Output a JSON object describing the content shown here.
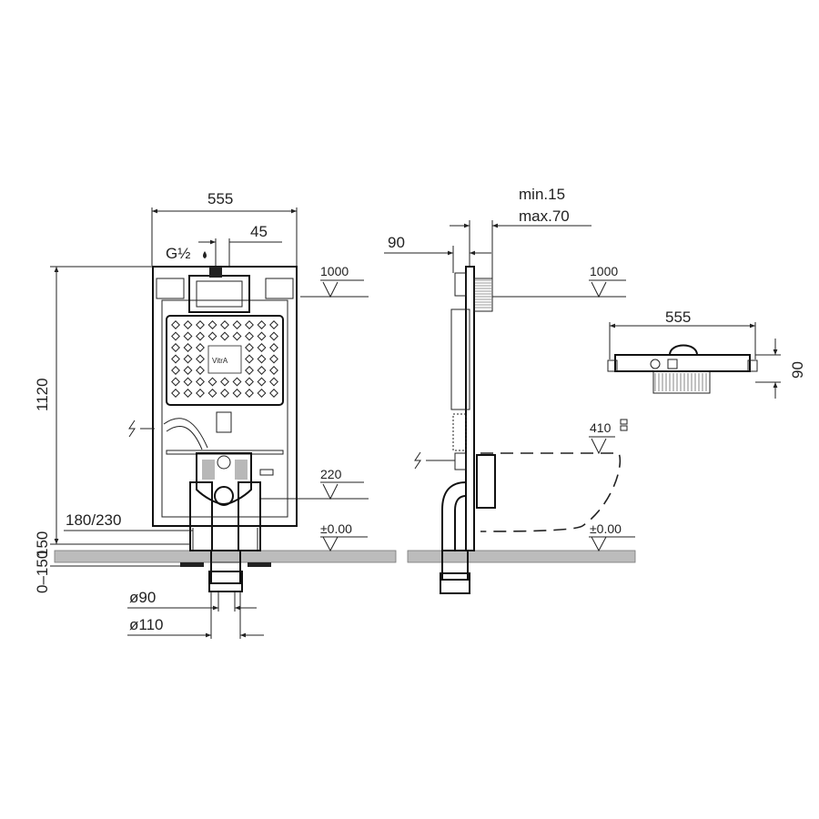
{
  "front_view": {
    "width_dim": "555",
    "offset_dim": "45",
    "thread": "G½",
    "height_dim": "1120",
    "level_top": "1000",
    "level_mid": "220",
    "level_zero": "±0.00",
    "foot_dim": "180/230",
    "floor_dim": "150",
    "floor_range": "0–150",
    "pipe_small": "ø90",
    "pipe_large": "ø110",
    "brand": "VitrA"
  },
  "side_view": {
    "wall_min": "min.15",
    "wall_max": "max.70",
    "depth_dim": "90",
    "level_top": "1000",
    "level_bowl": "410",
    "level_zero": "±0.00"
  },
  "top_view": {
    "width_dim": "555",
    "depth_dim": "90"
  }
}
